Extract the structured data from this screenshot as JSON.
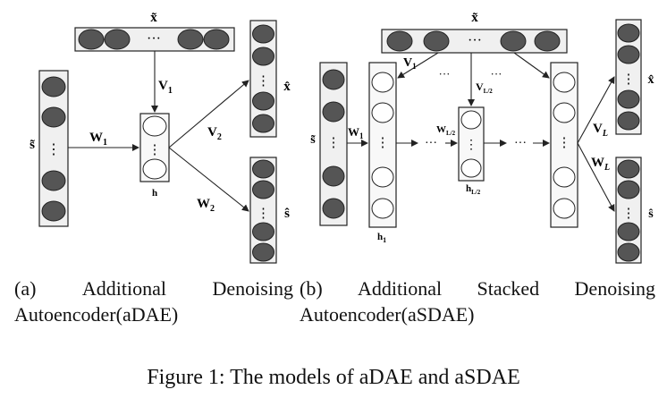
{
  "figure_title": "Figure 1: The models of aDAE and aSDAE",
  "panel_a": {
    "caption_line1_words": [
      "(a)",
      "Additional",
      "Denoising"
    ],
    "caption_line2": "Autoencoder(aDAE)",
    "labels": {
      "x_tilde": "x̃",
      "s_tilde": "s̃",
      "h": "h",
      "x_hat": "x̂",
      "s_hat": "ŝ",
      "W1": "W",
      "W1_sub": "1",
      "V1": "V",
      "V1_sub": "1",
      "V2": "V",
      "V2_sub": "2",
      "W2": "W",
      "W2_sub": "2"
    }
  },
  "panel_b": {
    "caption_line1_words": [
      "(b)",
      "Additional",
      "Stacked",
      "Denoising"
    ],
    "caption_line2": "Autoencoder(aSDAE)",
    "labels": {
      "x_tilde": "x̃",
      "s_tilde": "s̃",
      "h1": "h",
      "h1_sub": "1",
      "hL2": "h",
      "hL2_sub": "L/2",
      "x_hat": "x̂",
      "s_hat": "ŝ",
      "W1": "W",
      "W1_sub": "1",
      "V1": "V",
      "V1_sub": "1",
      "VL2": "V",
      "VL2_sub": "L/2",
      "WL2": "W",
      "WL2_sub": "L/2",
      "VL": "V",
      "VL_sub": "L",
      "WL": "W",
      "WL_sub": "L"
    }
  },
  "colors": {
    "filled_node": "#555555",
    "empty_node": "#ffffff",
    "stroke": "#222222",
    "box_fill": "#f0f0f0"
  }
}
